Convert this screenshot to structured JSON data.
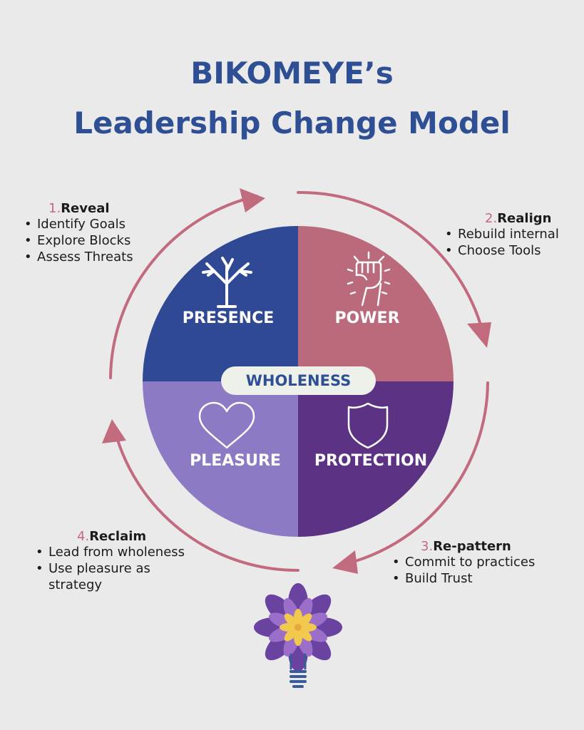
{
  "title": {
    "line1": "BIKOMEYE’s",
    "line2": "Leadership Change Model"
  },
  "center_label": "WHOLENESS",
  "quadrants": [
    {
      "label": "PRESENCE",
      "icon": "tree-icon",
      "color": "#2f4994"
    },
    {
      "label": "POWER",
      "icon": "raised-fist-icon",
      "color": "#bb6a7c"
    },
    {
      "label": "PLEASURE",
      "icon": "heart-icon",
      "color": "#8c7bc4"
    },
    {
      "label": "PROTECTION",
      "icon": "shield-icon",
      "color": "#5c3285"
    }
  ],
  "steps": [
    {
      "num": "1.",
      "title": "Reveal",
      "items": [
        "Identify Goals",
        "Explore Blocks",
        "Assess Threats"
      ]
    },
    {
      "num": "2.",
      "title": "Realign",
      "items": [
        "Rebuild internal",
        "Choose Tools"
      ]
    },
    {
      "num": "3.",
      "title": "Re-pattern",
      "items": [
        "Commit to practices",
        "Build Trust"
      ]
    },
    {
      "num": "4.",
      "title": "Reclaim",
      "items": [
        "Lead from wholeness",
        "Use pleasure as strategy"
      ]
    }
  ],
  "colors": {
    "title": "#2f4f95",
    "arrows": "#c26a7e",
    "background": "#ebeaea"
  },
  "logo": "lotus-lightbulb-logo"
}
